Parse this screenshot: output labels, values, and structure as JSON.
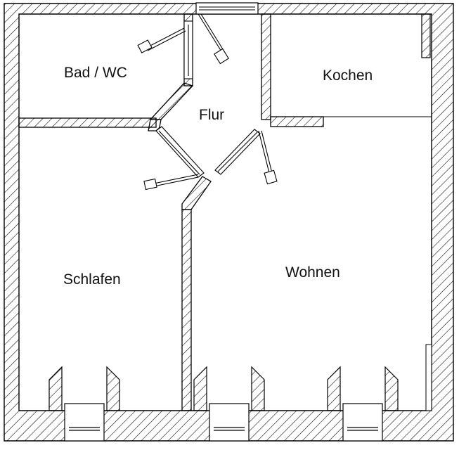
{
  "rooms": {
    "bad_wc": "Bad / WC",
    "flur": "Flur",
    "kochen": "Kochen",
    "schlafen": "Schlafen",
    "wohnen": "Wohnen"
  },
  "colors": {
    "wall_stroke": "#000000",
    "background": "#ffffff",
    "hatch": "#000000"
  },
  "icons": {
    "door": "door-leaf-icon",
    "window": "window-icon"
  }
}
